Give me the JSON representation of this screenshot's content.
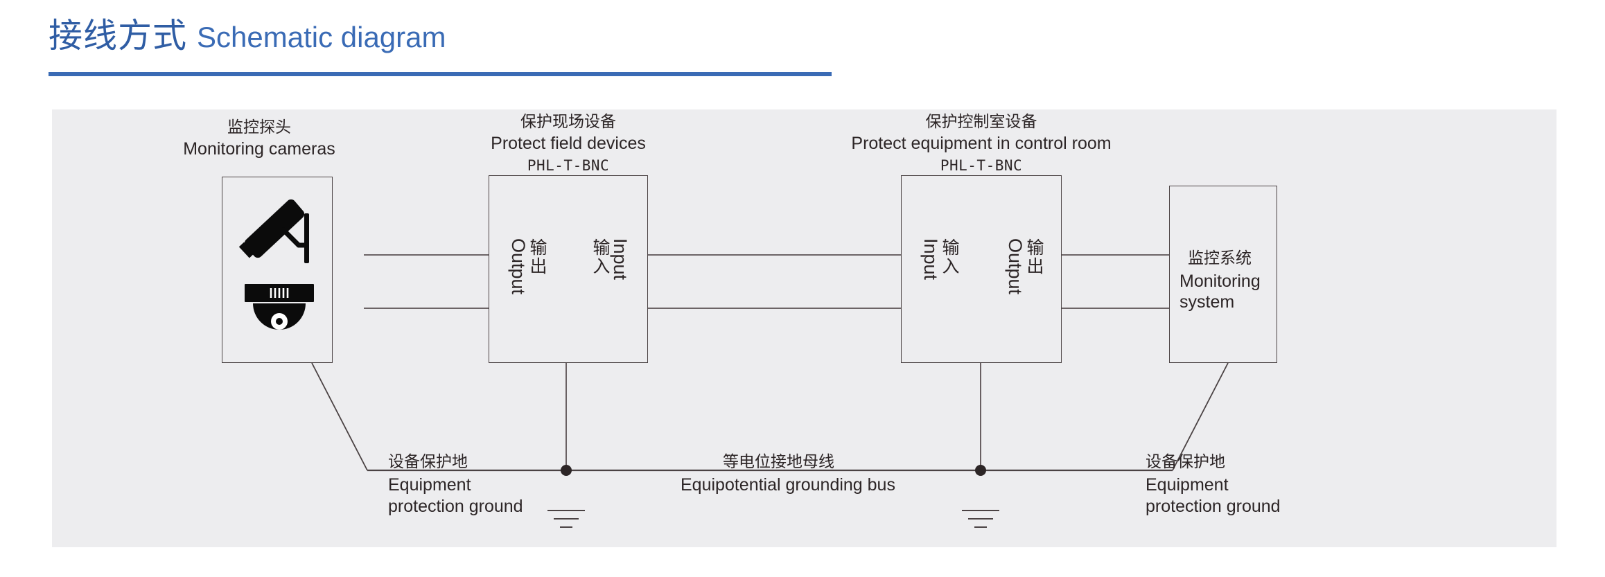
{
  "header": {
    "title_cn": "接线方式",
    "title_en": "Schematic diagram",
    "accent_color": "#3a6bb5"
  },
  "panel": {
    "background_color": "#ededef",
    "line_color": "#4a4243"
  },
  "nodes": {
    "camera": {
      "title_cn": "监控探头",
      "title_en": "Monitoring cameras",
      "icons": [
        "bullet-camera-icon",
        "dome-camera-icon"
      ]
    },
    "field_device": {
      "title_cn": "保护现场设备",
      "title_en": "Protect field devices",
      "model": "PHL-T-BNC",
      "left_port_en": "Output",
      "left_port_cn": "输出",
      "right_port_en": "Input",
      "right_port_cn": "输入"
    },
    "control_room_device": {
      "title_cn": "保护控制室设备",
      "title_en": "Protect  equipment in control room",
      "model": "PHL-T-BNC",
      "left_port_en": "Input",
      "left_port_cn": "输入",
      "right_port_en": "Output",
      "right_port_cn": "输出"
    },
    "monitoring_system": {
      "title_cn": "监控系统",
      "title_en_line1": "Monitoring",
      "title_en_line2": "system"
    }
  },
  "grounding": {
    "left_label_cn": "设备保护地",
    "left_label_en_line1": "Equipment",
    "left_label_en_line2": "protection ground",
    "bus_label_cn": "等电位接地母线",
    "bus_label_en": "Equipotential grounding bus",
    "right_label_cn": "设备保护地",
    "right_label_en_line1": "Equipment",
    "right_label_en_line2": "protection ground"
  }
}
